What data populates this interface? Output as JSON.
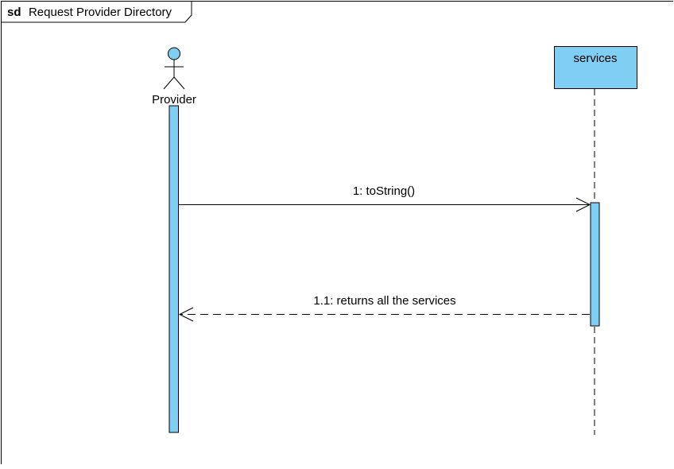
{
  "diagram": {
    "frame": {
      "keyword": "sd",
      "title": "Request Provider Directory"
    },
    "lifelines": [
      {
        "id": "provider",
        "kind": "actor",
        "label": "Provider"
      },
      {
        "id": "services",
        "kind": "object",
        "label": "services"
      }
    ],
    "messages": [
      {
        "id": "m1",
        "from": "provider",
        "to": "services",
        "type": "synchronous",
        "label": "1: toString()"
      },
      {
        "id": "m2",
        "from": "services",
        "to": "provider",
        "type": "return",
        "label": "1.1: returns all the services"
      }
    ],
    "colors": {
      "fill": "#7fcff5",
      "stroke": "#000000",
      "background": "#ffffff"
    }
  }
}
